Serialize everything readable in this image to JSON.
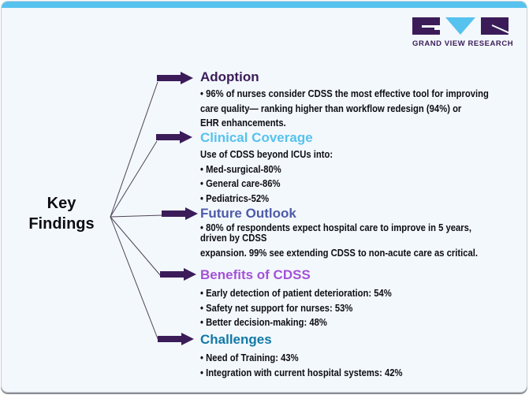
{
  "brand": {
    "name": "GRAND VIEW RESEARCH"
  },
  "center": {
    "title": "Key Findings"
  },
  "colors": {
    "accent_blue": "#56C2EE",
    "dark_purple": "#3B1C59",
    "indigo": "#4D5AA8",
    "violet": "#A352D8",
    "teal_blue": "#1279A6",
    "body_text": "#0E0E14",
    "background": "#F3F8FC"
  },
  "sections": [
    {
      "title": "Adoption",
      "color": "#3B1C59",
      "lines": [
        "• 96% of nurses consider CDSS the most effective tool for improving",
        "care quality— ranking higher than workflow redesign (94%) or",
        "EHR enhancements."
      ]
    },
    {
      "title": "Clinical Coverage",
      "color": "#56C2EE",
      "lines": [
        "Use of CDSS beyond ICUs into:",
        "• Med-surgical-80%",
        "• General care-86%",
        "• Pediatrics-52%"
      ]
    },
    {
      "title": "Future Outlook",
      "color": "#4D5AA8",
      "lines": [
        "• 80% of respondents expect hospital care to improve in 5 years,",
        "driven by CDSS",
        "expansion. 99% see extending CDSS to non-acute care as critical."
      ]
    },
    {
      "title": "Benefits of CDSS",
      "color": "#A352D8",
      "lines": [
        "• Early detection of patient deterioration: 54%",
        "• Safety net support for nurses: 53%",
        "• Better decision-making: 48%"
      ]
    },
    {
      "title": "Challenges",
      "color": "#1279A6",
      "lines": [
        "• Need of Training: 43%",
        "• Integration with current hospital systems: 42%"
      ]
    }
  ]
}
